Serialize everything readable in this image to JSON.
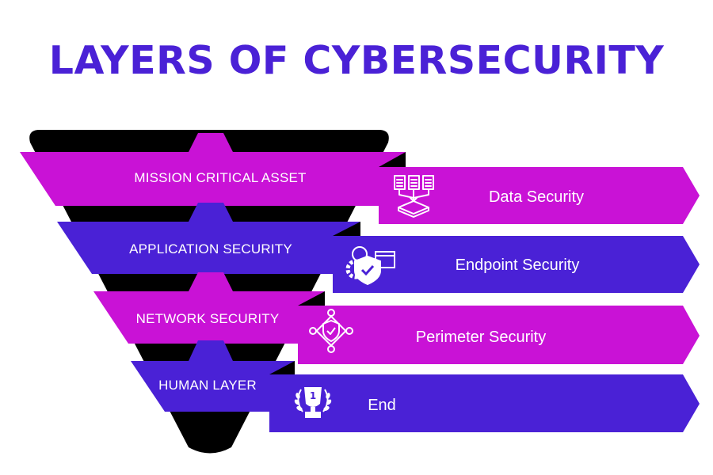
{
  "title": "LAYERS OF CYBERSECURITY",
  "colors": {
    "title": "#4a21d6",
    "magenta": "#c912d6",
    "purple": "#4a21d6",
    "black": "#000000",
    "text": "#ffffff"
  },
  "layers": [
    {
      "label": "MISSION CRITICAL ASSET",
      "color": "magenta"
    },
    {
      "label": "APPLICATION SECURITY",
      "color": "purple"
    },
    {
      "label": "NETWORK SECURITY",
      "color": "magenta"
    },
    {
      "label": "HUMAN LAYER",
      "color": "purple"
    }
  ],
  "arrows": [
    {
      "label": "Data Security",
      "icon": "documents-transfer-icon",
      "color": "magenta"
    },
    {
      "label": "Endpoint Security",
      "icon": "shield-gear-icon",
      "color": "purple"
    },
    {
      "label": "Perimeter Security",
      "icon": "shield-network-icon",
      "color": "magenta"
    },
    {
      "label": "End",
      "icon": "trophy-icon",
      "color": "purple"
    }
  ]
}
